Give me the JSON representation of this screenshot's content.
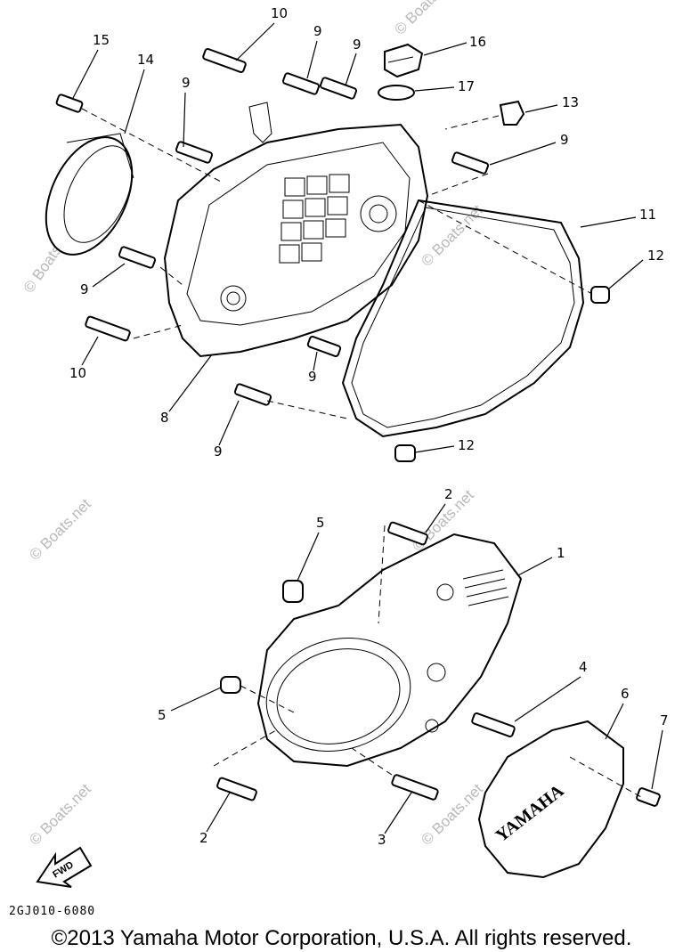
{
  "watermarks": [
    "© Boats.net",
    "© Boats.net",
    "© Boats.net",
    "© Boats.net",
    "© Boats.net",
    "© Boats.net",
    "© Boats.net"
  ],
  "callouts": [
    "15",
    "14",
    "10",
    "9",
    "9",
    "9",
    "16",
    "17",
    "13",
    "9",
    "9",
    "11",
    "12",
    "9",
    "10",
    "8",
    "9",
    "12",
    "2",
    "5",
    "1",
    "5",
    "4",
    "6",
    "7",
    "2",
    "3"
  ],
  "fwd_label": "FWD",
  "cover_brand": "YAMAHA",
  "part_code": "2GJ010-6080",
  "copyright": "©2013 Yamaha Motor Corporation, U.S.A. All rights reserved."
}
